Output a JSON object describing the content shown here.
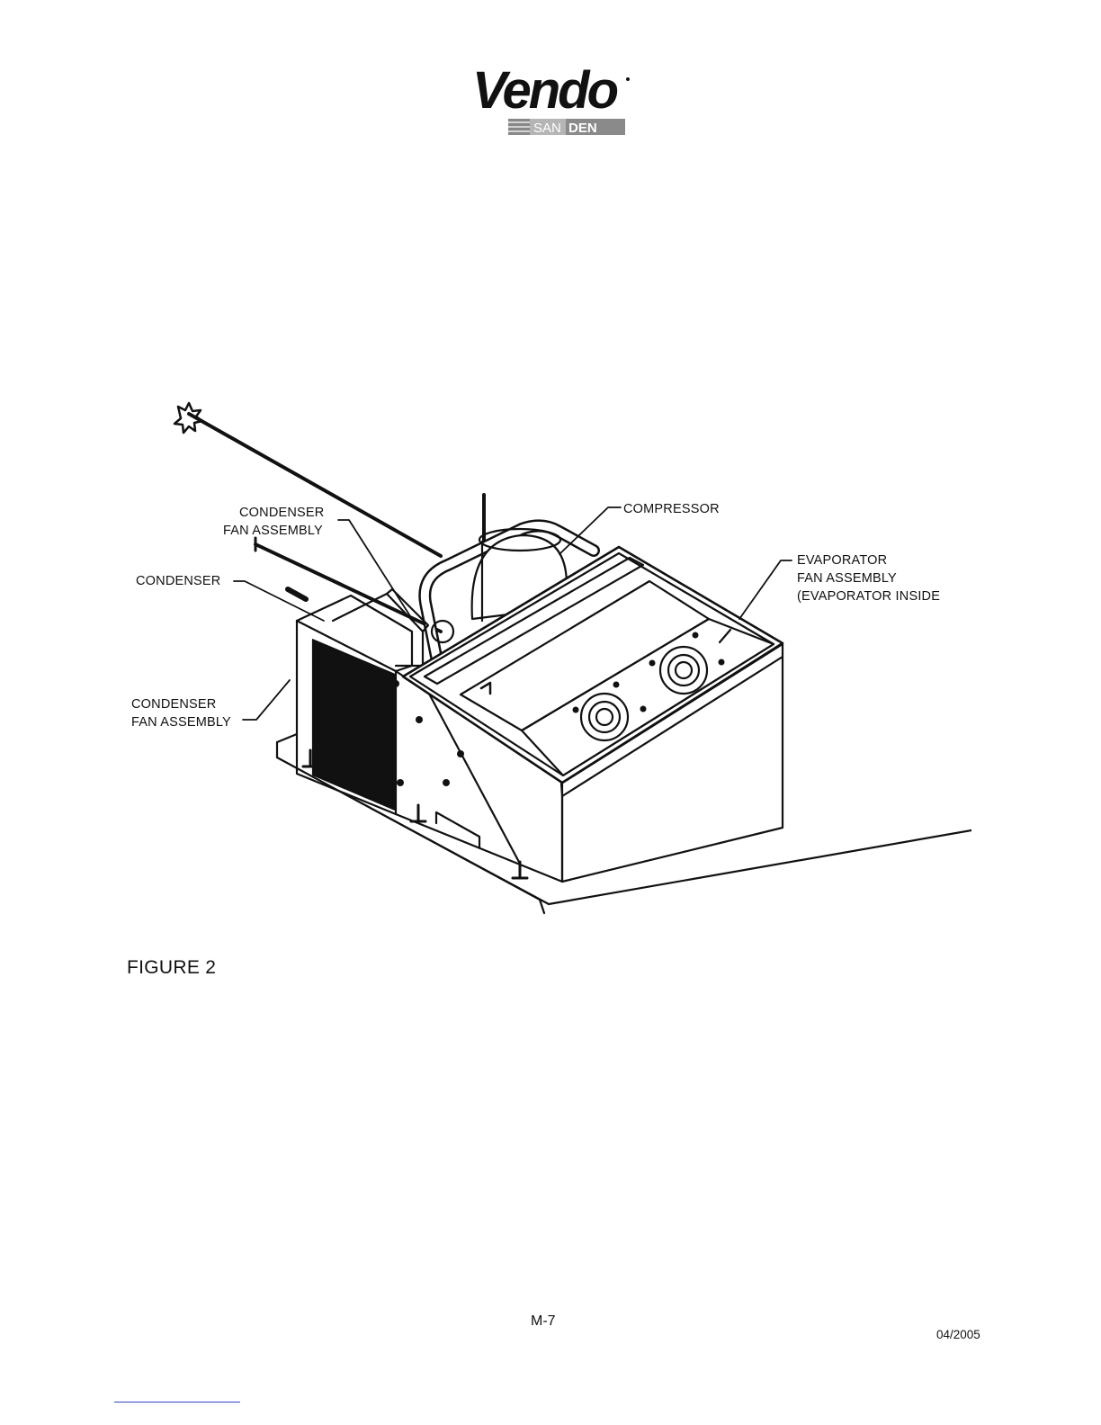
{
  "header": {
    "logo_brand": "Vendo",
    "logo_sub_left": "SAN",
    "logo_sub_right": "DEN"
  },
  "figure": {
    "callouts": {
      "condenser_fan_top": [
        "CONDENSER",
        "FAN ASSEMBLY"
      ],
      "compressor": "COMPRESSOR",
      "evaporator": [
        "EVAPORATOR",
        "FAN ASSEMBLY",
        "(EVAPORATOR INSIDE"
      ],
      "condenser": "CONDENSER",
      "condenser_fan_bottom": [
        "CONDENSER",
        "FAN ASSEMBLY"
      ]
    },
    "caption": "FIGURE 2"
  },
  "footer": {
    "page_number": "M-7",
    "date": "04/2005"
  },
  "colors": {
    "ink": "#111111",
    "logo_bar": "#9a9a9a",
    "link_underline": "#3344cc"
  }
}
